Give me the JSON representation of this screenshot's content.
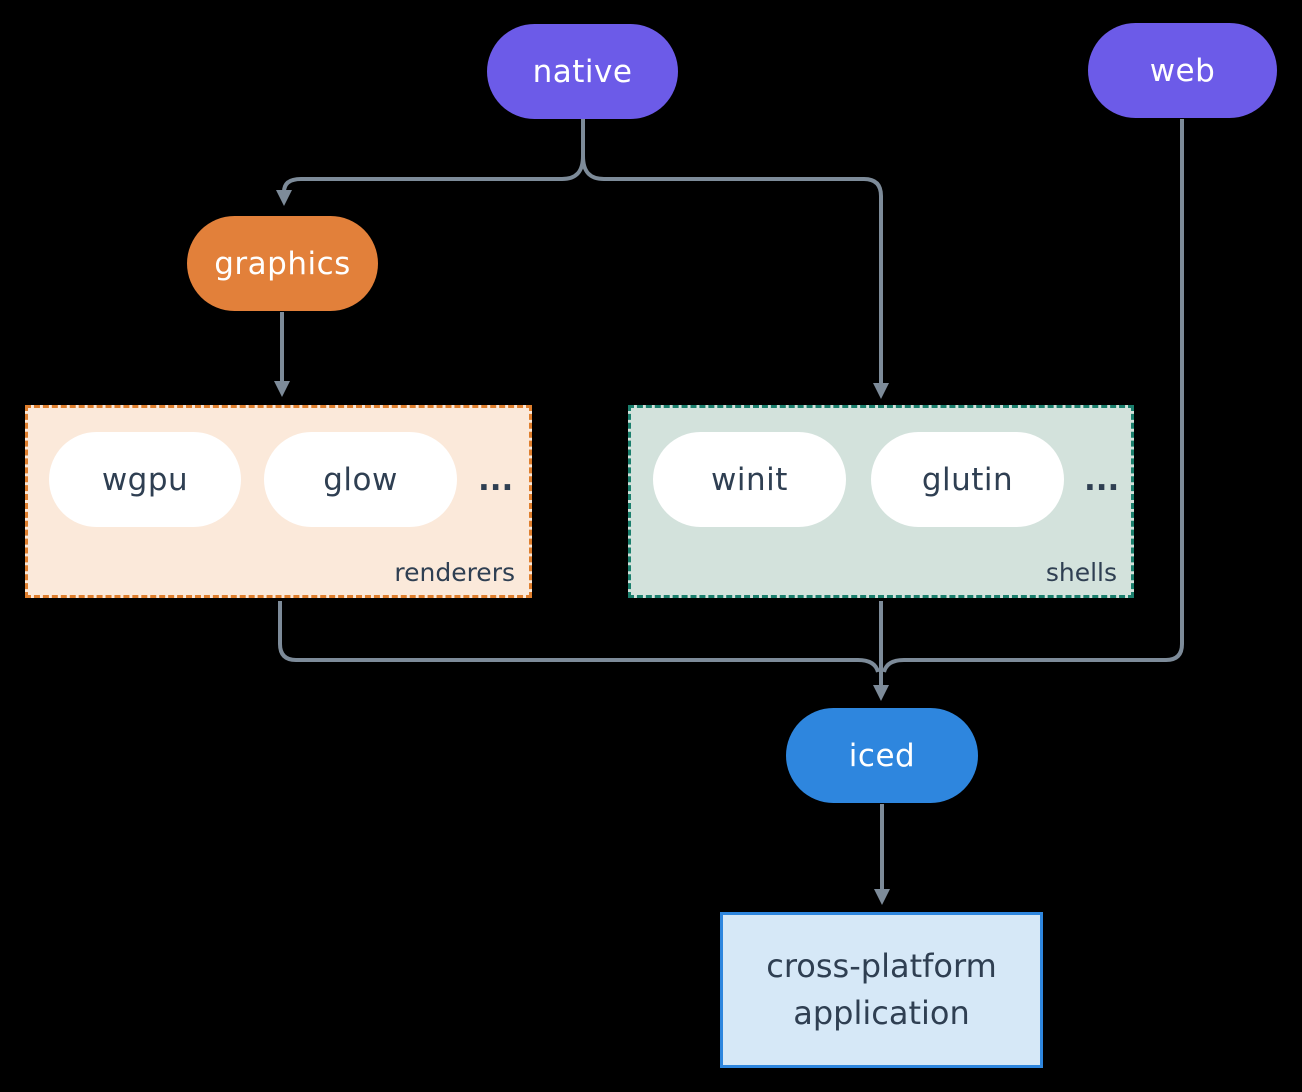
{
  "colors": {
    "background": "#000000",
    "native_web_node": "#6C5BE8",
    "graphics_node": "#E2803A",
    "iced_node": "#2E86DE",
    "renderers_box_fill": "#FBE9DA",
    "renderers_box_border": "#DF7F2E",
    "shells_box_fill": "#D3E2DC",
    "shells_box_border": "#1B7F6D",
    "app_box_fill": "#D6E8F7",
    "app_box_border": "#2E86DE",
    "inner_pill_fill": "#FFFFFF",
    "dark_text": "#2F3F52",
    "light_text": "#FFFFFF",
    "connector_line": "#7D8B99"
  },
  "nodes": {
    "native": "native",
    "web": "web",
    "graphics": "graphics",
    "iced": "iced",
    "application": [
      "cross-platform",
      "application"
    ]
  },
  "groups": {
    "renderers": {
      "label": "renderers",
      "items": [
        "wgpu",
        "glow"
      ],
      "more": "..."
    },
    "shells": {
      "label": "shells",
      "items": [
        "winit",
        "glutin"
      ],
      "more": "..."
    }
  },
  "edges": [
    {
      "from": "native",
      "to": "graphics"
    },
    {
      "from": "native",
      "to": "shells"
    },
    {
      "from": "graphics",
      "to": "renderers"
    },
    {
      "from": "renderers",
      "to": "iced"
    },
    {
      "from": "shells",
      "to": "iced"
    },
    {
      "from": "web",
      "to": "iced"
    },
    {
      "from": "iced",
      "to": "cross-platform application"
    }
  ]
}
